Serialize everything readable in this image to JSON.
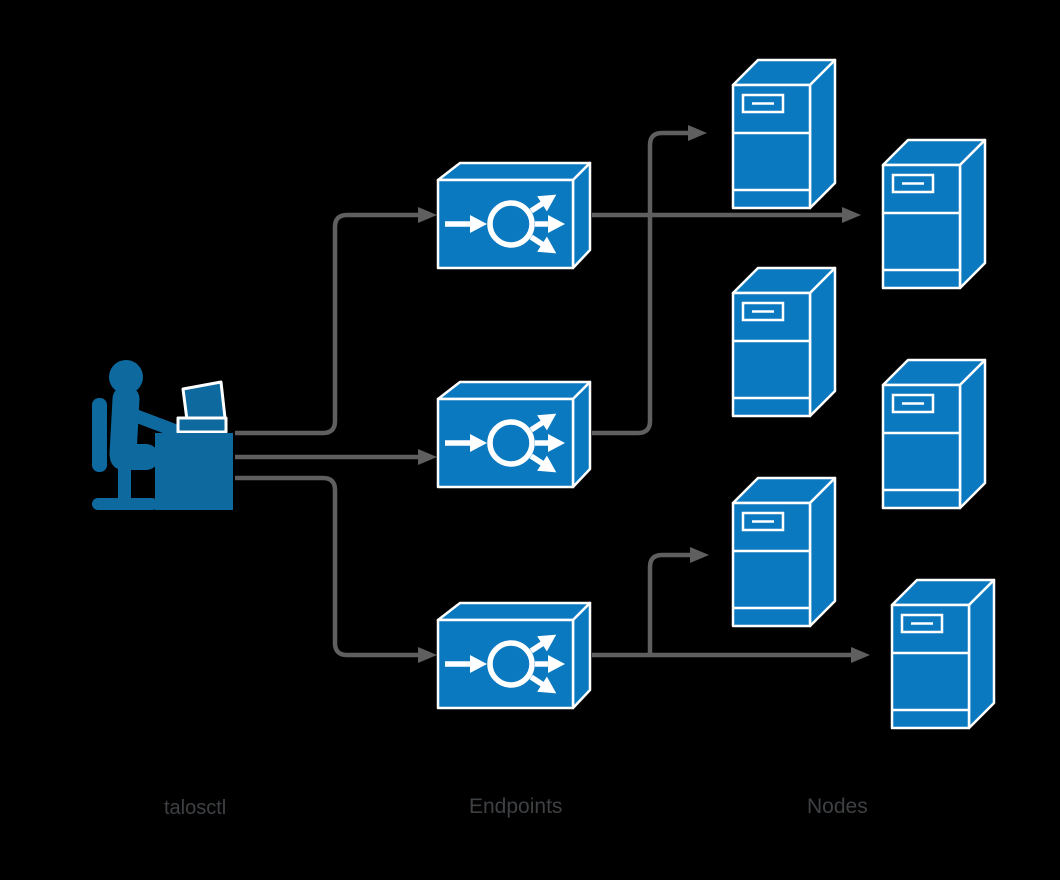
{
  "diagram": {
    "title_present": false,
    "background_color": "#000000",
    "labels": {
      "talosctl": "talosctl",
      "endpoints": "Endpoints",
      "nodes": "Nodes"
    },
    "colors": {
      "box_blue": "#0b79c0",
      "person_blue": "#0e699e",
      "connector_gray": "#5f5f5f",
      "label_gray": "#3e4144",
      "outline_white": "#ffffff"
    },
    "entities": {
      "client": {
        "name": "talosctl",
        "icon": "person-at-desk-icon",
        "count": 1
      },
      "endpoints": {
        "name": "Endpoints",
        "icon": "load-balancer-box-icon",
        "count": 3
      },
      "nodes": {
        "name": "Nodes",
        "icon": "server-tower-icon",
        "count": 6
      }
    },
    "connections": [
      {
        "from": "talosctl",
        "to": "endpoint-1",
        "style": "orthogonal-arrow"
      },
      {
        "from": "talosctl",
        "to": "endpoint-2",
        "style": "straight-arrow"
      },
      {
        "from": "talosctl",
        "to": "endpoint-3",
        "style": "orthogonal-arrow"
      },
      {
        "from": "endpoint-1",
        "to": "node-4",
        "style": "straight-arrow"
      },
      {
        "from": "endpoint-2",
        "to": "node-1",
        "style": "orthogonal-arrow"
      },
      {
        "from": "endpoint-3",
        "to": "node-3",
        "style": "orthogonal-branch-arrow"
      },
      {
        "from": "endpoint-3",
        "to": "node-6",
        "style": "straight-arrow"
      }
    ]
  }
}
